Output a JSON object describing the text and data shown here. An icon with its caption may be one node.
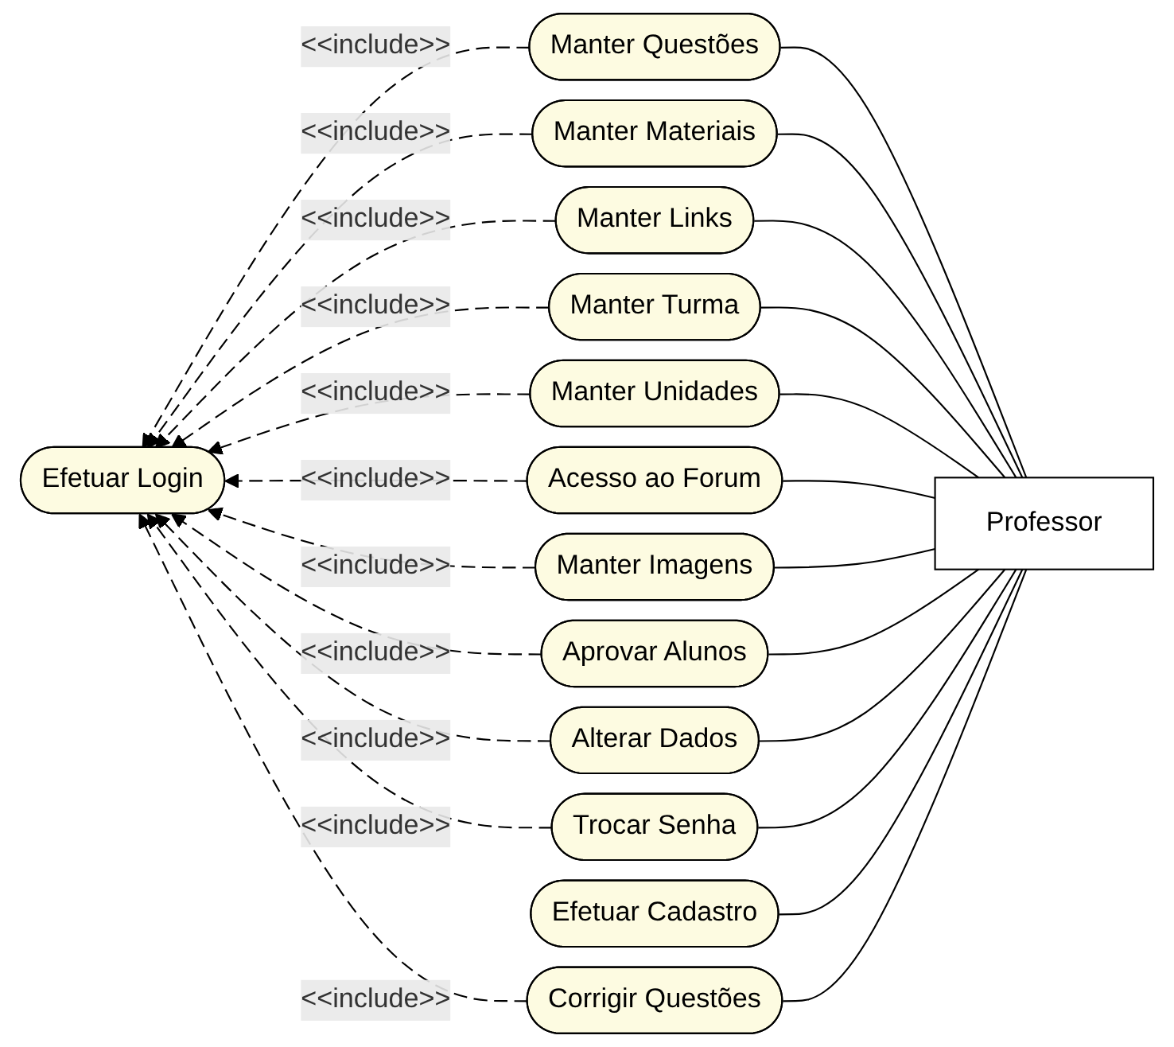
{
  "diagram": {
    "nodes": [
      {
        "text": [
          "Efetuar Login"
        ]
      },
      {
        "text": [
          "Manter Questões"
        ]
      },
      {
        "text": [
          "Manter Materiais"
        ]
      },
      {
        "text": [
          "Manter Links"
        ]
      },
      {
        "text": [
          "Manter Imagens"
        ]
      },
      {
        "text": [
          "Manter Turma"
        ]
      },
      {
        "text": [
          "Professor"
        ]
      },
      {
        "text": [
          "Aprovar Alunos"
        ]
      },
      {
        "text": [
          "Manter Unidades"
        ]
      },
      {
        "text": [
          "Alterar Dados"
        ]
      },
      {
        "text": [
          "Acesso ao Forum"
        ]
      },
      {
        "text": [
          "Trocar Senha"
        ]
      },
      {
        "text": [
          "Efetuar Cadastro"
        ]
      },
      {
        "text": [
          "Corrigir Questões"
        ]
      }
    ],
    "edges": [
      {
        "from": 1,
        "to": 0,
        "arrow": "to",
        "style": "dashed",
        "label": "<<include>>"
      },
      {
        "from": 2,
        "to": 0,
        "arrow": "to",
        "style": "dashed",
        "label": "<<include>>"
      },
      {
        "from": 3,
        "to": 0,
        "arrow": "to",
        "style": "dashed",
        "label": "<<include>>"
      },
      {
        "from": 5,
        "to": 0,
        "arrow": "to",
        "style": "dashed",
        "label": "<<include>>"
      },
      {
        "from": 8,
        "to": 0,
        "arrow": "to",
        "style": "dashed",
        "label": "<<include>>"
      },
      {
        "from": 10,
        "to": 0,
        "arrow": "to",
        "style": "dashed",
        "label": "<<include>>"
      },
      {
        "from": 4,
        "to": 0,
        "arrow": "to",
        "style": "dashed",
        "label": "<<include>>"
      },
      {
        "from": 7,
        "to": 0,
        "arrow": "to",
        "style": "dashed",
        "label": "<<include>>"
      },
      {
        "from": 9,
        "to": 0,
        "arrow": "to",
        "style": "dashed",
        "label": "<<include>>"
      },
      {
        "from": 11,
        "to": 0,
        "arrow": "to",
        "style": "dashed",
        "label": "<<include>>"
      },
      {
        "from": 13,
        "to": 0,
        "arrow": "to",
        "style": "dashed",
        "label": "<<include>>"
      },
      {
        "from": 3,
        "to": 6,
        "arrow": "none"
      },
      {
        "from": 1,
        "to": 6,
        "arrow": "none"
      },
      {
        "from": 2,
        "to": 6,
        "arrow": "none"
      },
      {
        "from": 4,
        "to": 6,
        "arrow": "none"
      },
      {
        "from": 5,
        "to": 6,
        "arrow": "none"
      },
      {
        "from": 7,
        "to": 6,
        "arrow": "none"
      },
      {
        "from": 8,
        "to": 6,
        "arrow": "none"
      },
      {
        "from": 9,
        "to": 6,
        "arrow": "none"
      },
      {
        "from": 10,
        "to": 6,
        "arrow": "none"
      },
      {
        "from": 12,
        "to": 6,
        "arrow": "none"
      },
      {
        "from": 13,
        "to": 6,
        "arrow": "none"
      },
      {
        "from": 11,
        "to": 6,
        "arrow": "none"
      }
    ]
  }
}
